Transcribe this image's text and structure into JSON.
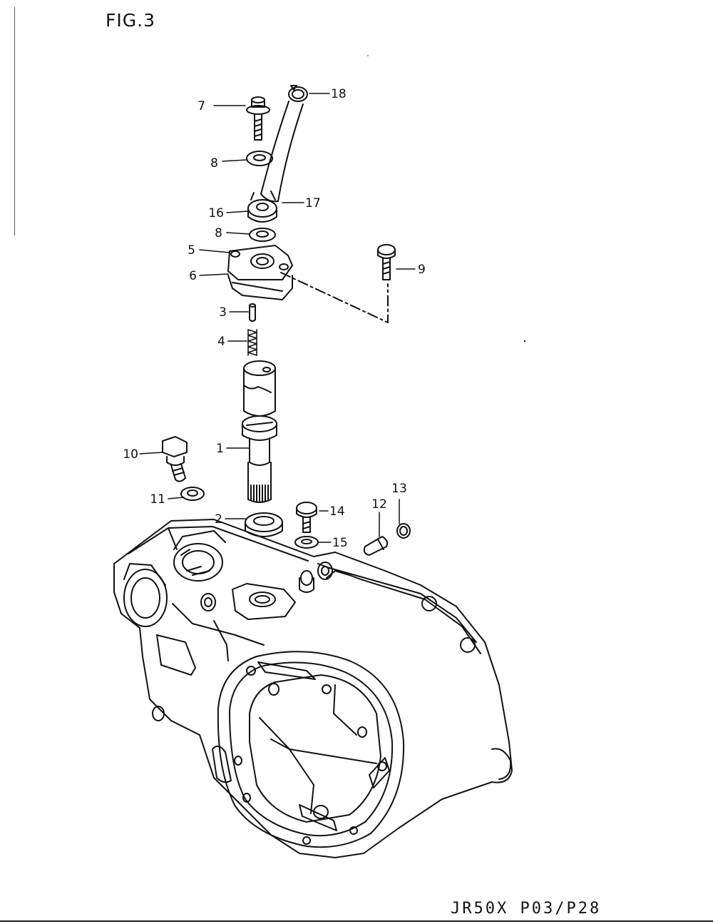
{
  "figure": {
    "title": "FIG.3"
  },
  "footer": {
    "model_code": "JR50X  P03/P28"
  },
  "callouts": [
    {
      "id": "1",
      "label": "1"
    },
    {
      "id": "2",
      "label": "2"
    },
    {
      "id": "3",
      "label": "3"
    },
    {
      "id": "4",
      "label": "4"
    },
    {
      "id": "5",
      "label": "5"
    },
    {
      "id": "6",
      "label": "6"
    },
    {
      "id": "7",
      "label": "7"
    },
    {
      "id": "8a",
      "label": "8"
    },
    {
      "id": "8b",
      "label": "8"
    },
    {
      "id": "9",
      "label": "9"
    },
    {
      "id": "10",
      "label": "10"
    },
    {
      "id": "11",
      "label": "11"
    },
    {
      "id": "12",
      "label": "12"
    },
    {
      "id": "13",
      "label": "13"
    },
    {
      "id": "14",
      "label": "14"
    },
    {
      "id": "15",
      "label": "15"
    },
    {
      "id": "16",
      "label": "16"
    },
    {
      "id": "17",
      "label": "17"
    },
    {
      "id": "18",
      "label": "18"
    }
  ]
}
